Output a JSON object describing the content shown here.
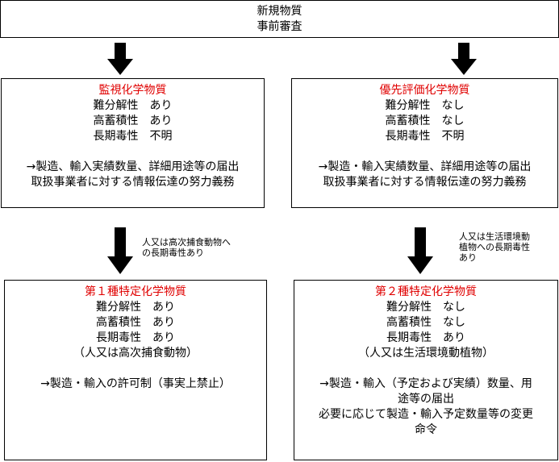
{
  "top": {
    "line1": "新規物質",
    "line2": "事前審査"
  },
  "box_monitor": {
    "title": "監視化学物質",
    "p1": "難分解性　あり",
    "p2": "高蓄積性　あり",
    "p3": "長期毒性　不明",
    "r1": "→製造、輸入実績数量、詳細用途等の届出",
    "r2": "取扱事業者に対する情報伝達の努力義務"
  },
  "box_priority": {
    "title": "優先評価化学物質",
    "p1": "難分解性　なし",
    "p2": "高蓄積性　なし",
    "p3": "長期毒性　不明",
    "r1": "→製造・輸入実績数量、詳細用途等の届出",
    "r2": "取扱事業者に対する情報伝達の努力義務"
  },
  "note_left": {
    "l1": "人又は高次捕食動物へ",
    "l2": "の長期毒性あり"
  },
  "note_right": {
    "l1": "人又は生活環境動",
    "l2": "植物への長期毒性",
    "l3": "あり"
  },
  "box_class1": {
    "title": "第１種特定化学物質",
    "p1": "難分解性　あり",
    "p2": "高蓄積性　あり",
    "p3": "長期毒性　あり",
    "p4": "（人又は高次捕食動物）",
    "r1": "→製造・輸入の許可制（事実上禁止）"
  },
  "box_class2": {
    "title": "第２種特定化学物質",
    "p1": "難分解性　なし",
    "p2": "高蓄積性　なし",
    "p3": "長期毒性　あり",
    "p4": "（人又は生活環境動植物）",
    "r1": "→製造・輸入（予定および実績）数量、用",
    "r2": "途等の届出",
    "r3": "必要に応じて製造・輸入予定数量等の変更",
    "r4": "命令"
  },
  "colors": {
    "title_red": "#e00000",
    "border": "#000000"
  }
}
